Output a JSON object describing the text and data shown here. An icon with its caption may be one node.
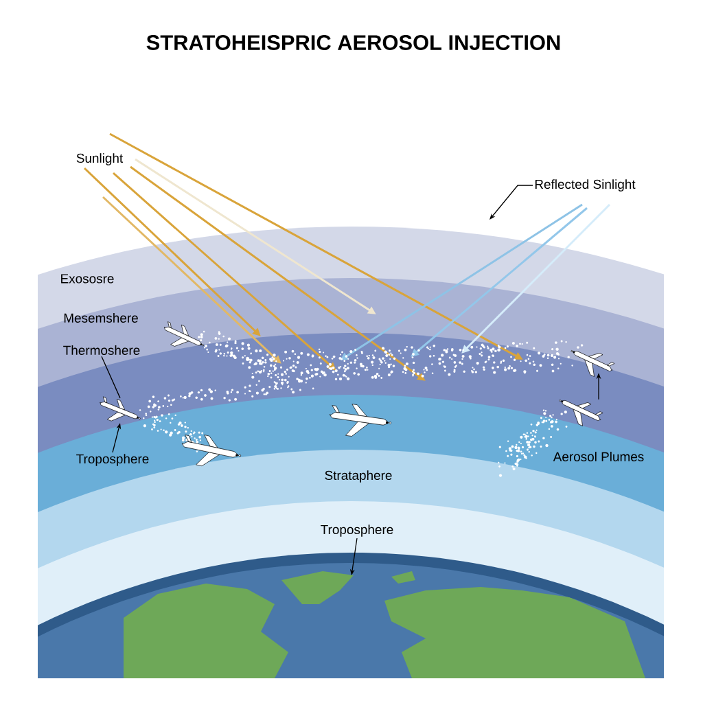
{
  "diagram": {
    "title": "STRATOHEISPRIC AEROSOL INJECTION",
    "nodes": [
      {
        "text": [
          "Reflected Sinlight"
        ]
      },
      {
        "text": [
          "Thermoshere"
        ]
      },
      {
        "text": [
          "Troposphere"
        ]
      },
      {
        "text": [
          "Troposphere"
        ]
      },
      {
        "text": [],
        "shape": "picture"
      },
      {
        "text": [],
        "shape": "picture"
      },
      {
        "text": [],
        "shape": "picture"
      },
      {
        "text": [],
        "shape": "picture"
      },
      {
        "text": [],
        "shape": "picture"
      },
      {
        "text": [],
        "shape": "picture"
      },
      {
        "text": [],
        "shape": "picture"
      }
    ],
    "edges": [
      {
        "from": 0,
        "to": null,
        "arrow": "to"
      },
      {
        "from": 1,
        "to": 4,
        "arrow": "none"
      },
      {
        "from": 2,
        "to": 4,
        "arrow": "to"
      },
      {
        "from": 8,
        "to": 9,
        "arrow": "to"
      },
      {
        "from": 3,
        "to": 10,
        "arrow": "to"
      }
    ],
    "labels": [
      "Sunlight",
      "Exososre",
      "Mesemshere",
      "Aerosol Plumes",
      "Strataphere"
    ]
  }
}
